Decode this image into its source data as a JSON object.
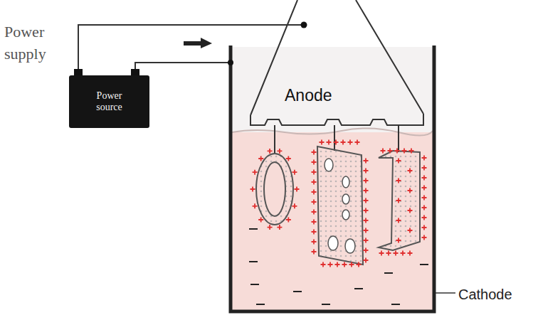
{
  "diagram": {
    "nodes": [
      {
        "text": [
          "Power source"
        ]
      }
    ],
    "labels": [
      "Power supply",
      "+",
      "−",
      "Anode",
      "Cathode"
    ]
  }
}
